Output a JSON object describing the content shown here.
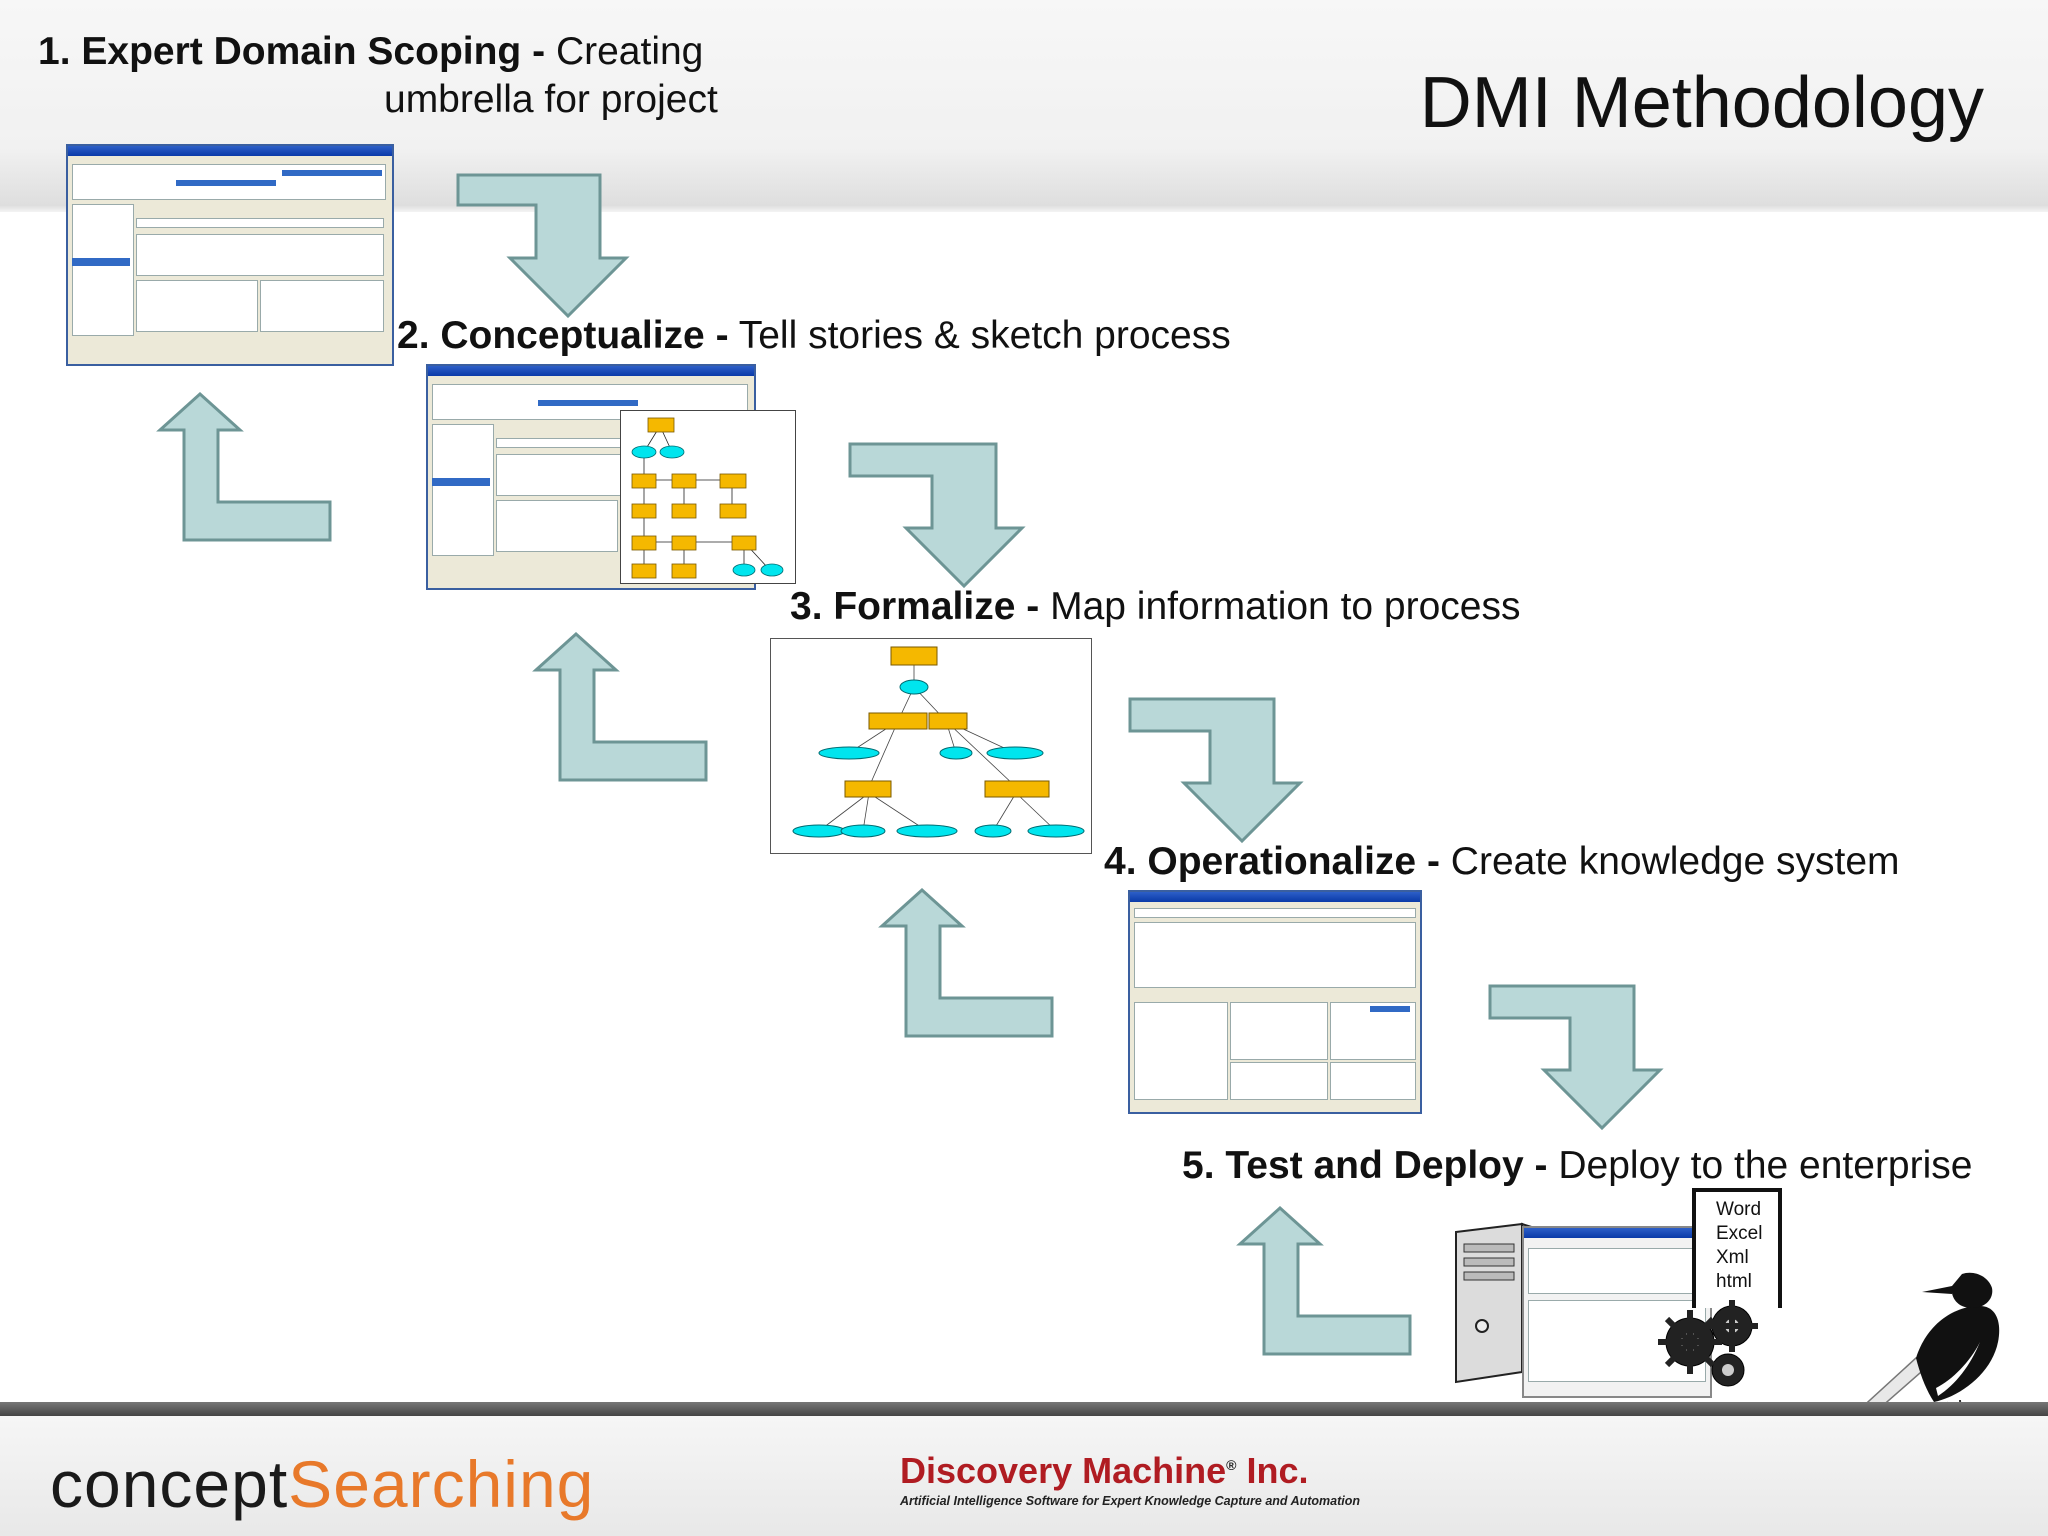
{
  "slide": {
    "title": "DMI Methodology",
    "colors": {
      "arrow_fill": "#b9d8d8",
      "arrow_stroke": "#6d9595",
      "box_fill": "#f5b800",
      "node_fill": "#00e5ee",
      "accent_orange": "#e8792a",
      "brand_red": "#b01c22"
    }
  },
  "steps": [
    {
      "number_title": "1. Expert Domain Scoping",
      "dash": "-",
      "desc_line1": "Creating",
      "desc_line2": "umbrella for project"
    },
    {
      "number_title": "2. Conceptualize",
      "dash": "-",
      "desc": "Tell stories & sketch process"
    },
    {
      "number_title": "3. Formalize",
      "dash": "-",
      "desc": "Map information to process"
    },
    {
      "number_title": "4. Operationalize",
      "dash": "-",
      "desc": "Create knowledge system"
    },
    {
      "number_title": "5. Test and Deploy",
      "dash": "-",
      "desc": "Deploy to the enterprise"
    }
  ],
  "deploy_formats": [
    "Word",
    "Excel",
    "Xml",
    "html"
  ],
  "footer": {
    "concept": "concept",
    "searching": "Searching",
    "discovery_name": "Discovery Machine",
    "registered": "®",
    "inc": "Inc.",
    "discovery_tagline": "Artificial Intelligence Software for Expert Knowledge Capture and Automation"
  }
}
